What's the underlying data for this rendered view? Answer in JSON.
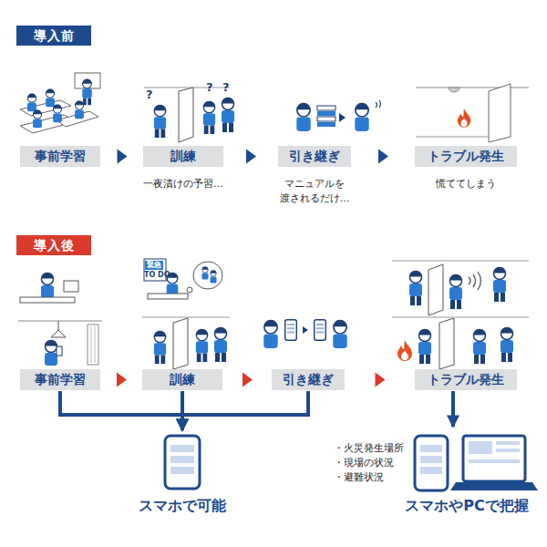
{
  "diagram": {
    "nodes": [
      {
        "text": [
          "導入前"
        ]
      },
      {
        "text": [
          "事前学習"
        ]
      },
      {
        "text": [
          "訓練",
          "一夜漬けの予習…"
        ]
      },
      {
        "text": [
          "引き継ぎ",
          "マニュアルを 渡されるだけ…"
        ]
      },
      {
        "text": [
          "トラブル発生",
          "慌ててしまう"
        ]
      },
      {
        "text": [
          "導入後"
        ]
      },
      {
        "text": [
          "事前学習"
        ]
      },
      {
        "text": [
          "訓練"
        ]
      },
      {
        "text": [
          "引き継ぎ"
        ]
      },
      {
        "text": [
          "トラブル発生"
        ]
      },
      {
        "text": [
          "スマホで可能"
        ]
      },
      {
        "text": [
          "スマホやPCで把握"
        ]
      }
    ],
    "edges": [
      {
        "from": 1,
        "to": 2,
        "arrow": "to"
      },
      {
        "from": 2,
        "to": 3,
        "arrow": "to"
      },
      {
        "from": 3,
        "to": 4,
        "arrow": "to"
      },
      {
        "from": 6,
        "to": 7,
        "arrow": "to"
      },
      {
        "from": 7,
        "to": 8,
        "arrow": "to"
      },
      {
        "from": 8,
        "to": 9,
        "arrow": "to"
      },
      {
        "from": 6,
        "to": 10,
        "arrow": "to"
      },
      {
        "from": 7,
        "to": 10,
        "arrow": "to"
      },
      {
        "from": 8,
        "to": 10,
        "arrow": "to"
      },
      {
        "from": 9,
        "to": 11,
        "arrow": "to"
      }
    ],
    "labels": [
      "?",
      "?",
      "?",
      "緊急",
      "TO DO",
      "・火災発生場所",
      "・現場の状況",
      "・避難状況"
    ]
  }
}
